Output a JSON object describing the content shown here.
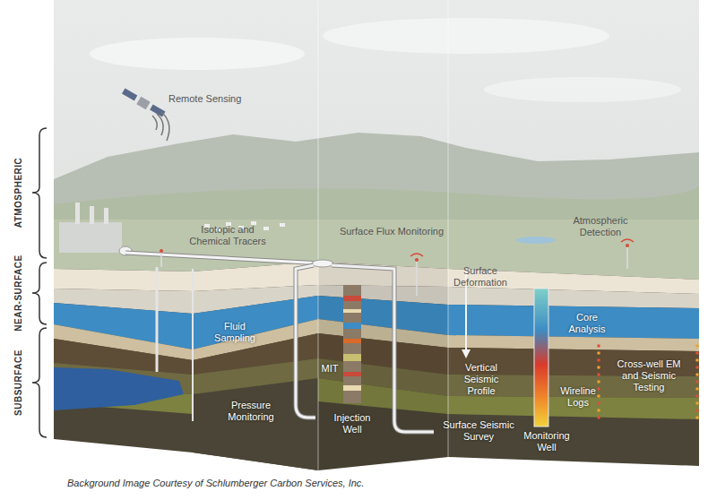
{
  "diagram": {
    "caption": "Background Image Courtesy of Schlumberger Carbon Services, Inc.",
    "labels": [
      "Remote Sensing",
      "ATMOSPHERIC",
      "NEAR-SURFACE",
      "SUBSURFACE",
      "Isotopic and Chemical Tracers",
      "Surface Flux Monitoring",
      "Atmospheric Detection",
      "Surface Deformation",
      "Fluid Sampling",
      "Core Analysis",
      "MIT",
      "Vertical Seismic Profile",
      "Cross-well EM and Seismic Testing",
      "Wireline Logs",
      "Pressure Monitoring",
      "Injection Well",
      "Surface Seismic Survey",
      "Monitoring Well"
    ]
  }
}
